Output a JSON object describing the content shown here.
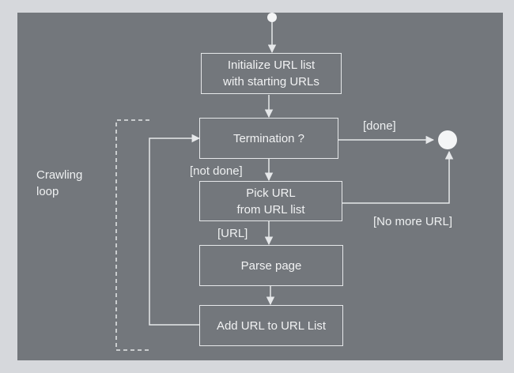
{
  "diagram": {
    "nodes": {
      "init": "Initialize URL list\nwith starting URLs",
      "termination": "Termination ?",
      "pick": "Pick URL\nfrom URL list",
      "parse": "Parse page",
      "add": "Add URL to URL List"
    },
    "edge_labels": {
      "done": "[done]",
      "not_done": "[not done]",
      "url": "[URL]",
      "no_more_url": "[No more  URL]"
    },
    "loop_label": "Crawling\nloop"
  },
  "colors": {
    "slide_background": "#73777c",
    "screen_background": "#d6d8dc",
    "line": "#e6e8ea",
    "text": "#f1f2f3"
  }
}
